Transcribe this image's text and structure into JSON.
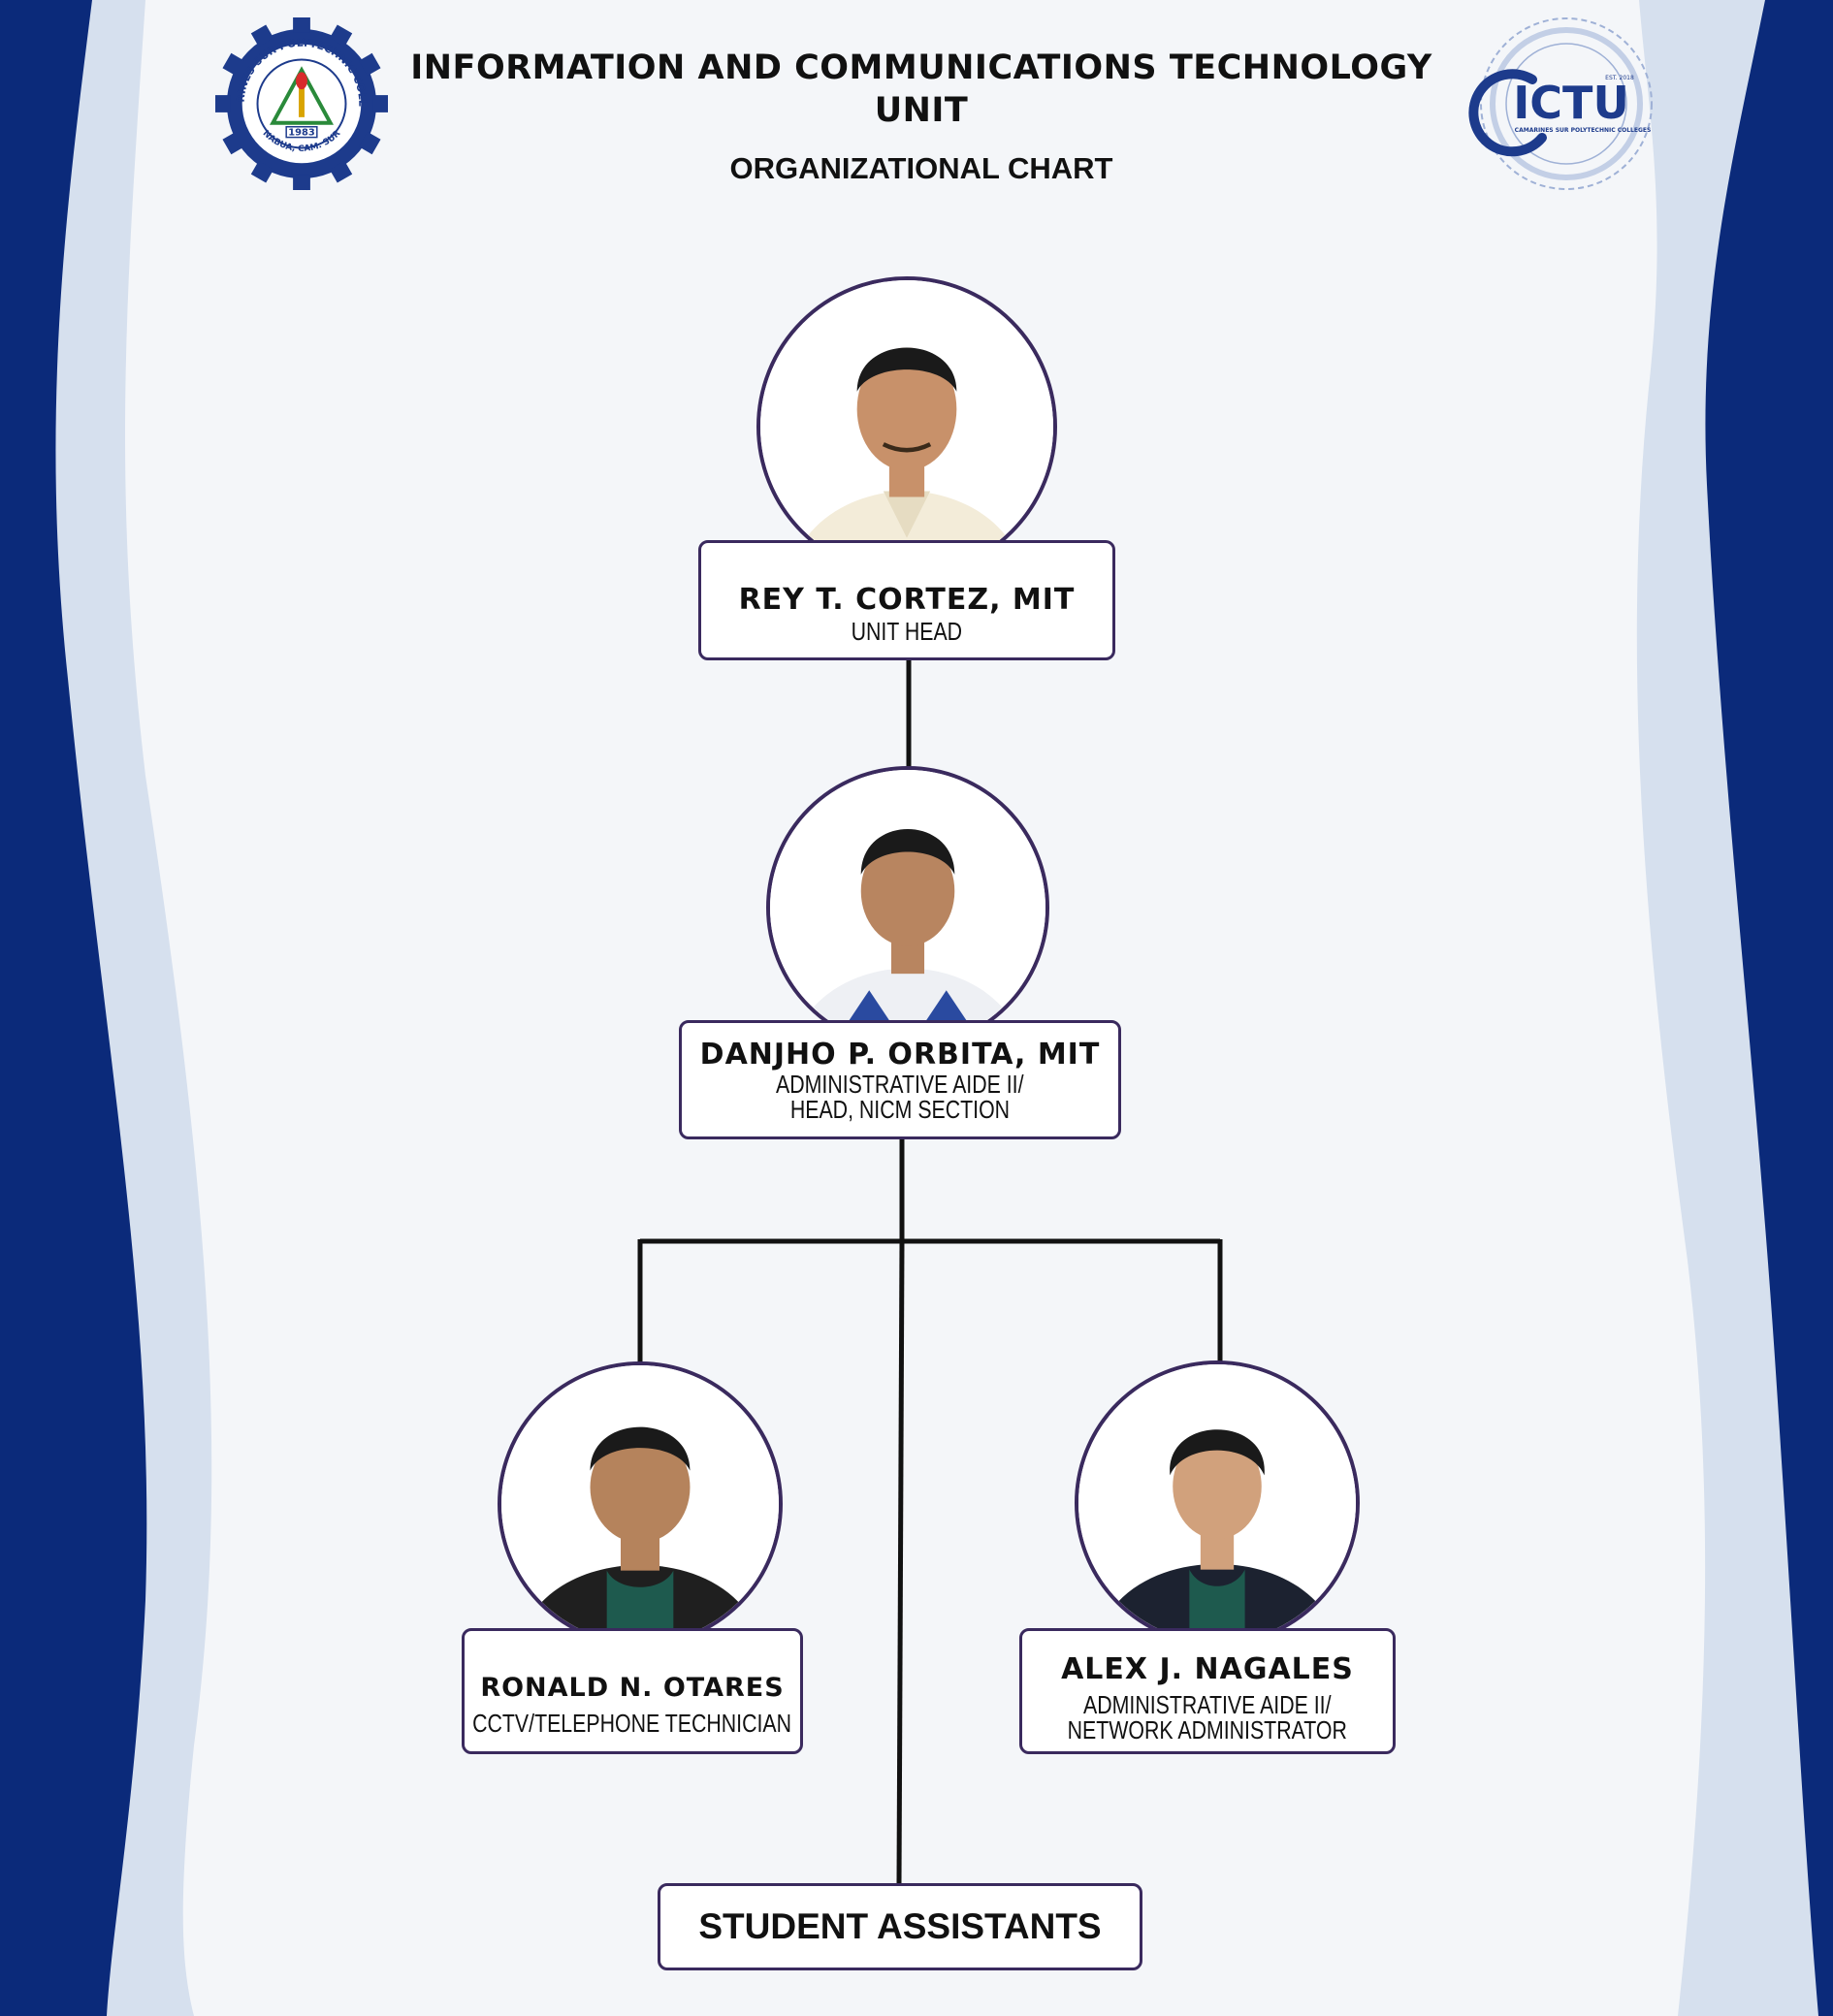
{
  "header": {
    "title": "INFORMATION AND COMMUNICATIONS TECHNOLOGY UNIT",
    "subtitle": "ORGANIZATIONAL CHART"
  },
  "logos": {
    "left": {
      "ring_text": "CAMARINES SUR POLYTECHNIC COLLEGES",
      "bottom_text": "NABUA, CAM. SUR",
      "year": "1983"
    },
    "right": {
      "text": "ICTU",
      "sub_text": "CAMARINES SUR POLYTECHNIC COLLEGES",
      "est_text": "EST. 2018"
    }
  },
  "people": {
    "unit_head": {
      "name": "REY T. CORTEZ, MIT",
      "role": "UNIT HEAD"
    },
    "section_head": {
      "name": "DANJHO P. ORBITA, MIT",
      "role_line1": "ADMINISTRATIVE AIDE II/",
      "role_line2": "HEAD, NICM SECTION"
    },
    "technician": {
      "name": "RONALD N. OTARES",
      "role": "CCTV/TELEPHONE TECHNICIAN"
    },
    "network_admin": {
      "name": "ALEX J. NAGALES",
      "role_line1": "ADMINISTRATIVE AIDE II/",
      "role_line2": "NETWORK ADMINISTRATOR"
    }
  },
  "student_assistants": "STUDENT ASSISTANTS",
  "colors": {
    "wave_dark": "#0b2a7a",
    "wave_light": "#d6e0ee",
    "border": "#3a2a5e",
    "gear_blue": "#1d3b8c"
  }
}
